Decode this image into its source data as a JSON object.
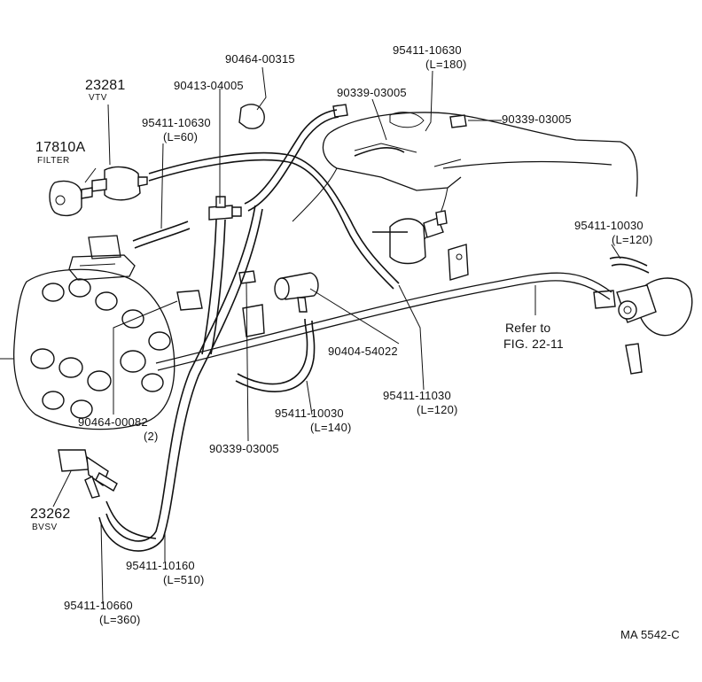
{
  "labels": {
    "p_90464_00315": "90464-00315",
    "p_95411_10630_top": "95411-10630",
    "p_95411_10630_top_len": "(L=180)",
    "p_23281": "23281",
    "p_vtv": "VTV",
    "p_90413_04005": "90413-04005",
    "p_90339_03005_a": "90339-03005",
    "p_90339_03005_b": "90339-03005",
    "p_95411_10630_left": "95411-10630",
    "p_95411_10630_left_len": "(L=60)",
    "p_17810a": "17810A",
    "p_filter": "FILTER",
    "p_95411_10030_right": "95411-10030",
    "p_95411_10030_right_len": "(L=120)",
    "refer_to": "Refer to",
    "refer_fig": "FIG. 22-11",
    "p_90404_54022": "90404-54022",
    "p_95411_11030": "95411-11030",
    "p_95411_11030_len": "(L=120)",
    "p_90464_00082": "90464-00082",
    "p_90464_00082_qty": "(2)",
    "p_95411_10030_mid": "95411-10030",
    "p_95411_10030_mid_len": "(L=140)",
    "p_90339_03005_c": "90339-03005",
    "p_23262": "23262",
    "p_bvsv": "BVSV",
    "p_95411_10160": "95411-10160",
    "p_95411_10160_len": "(L=510)",
    "p_95411_10660": "95411-10660",
    "p_95411_10660_len": "(L=360)",
    "figure_code": "MA  5542-C"
  }
}
